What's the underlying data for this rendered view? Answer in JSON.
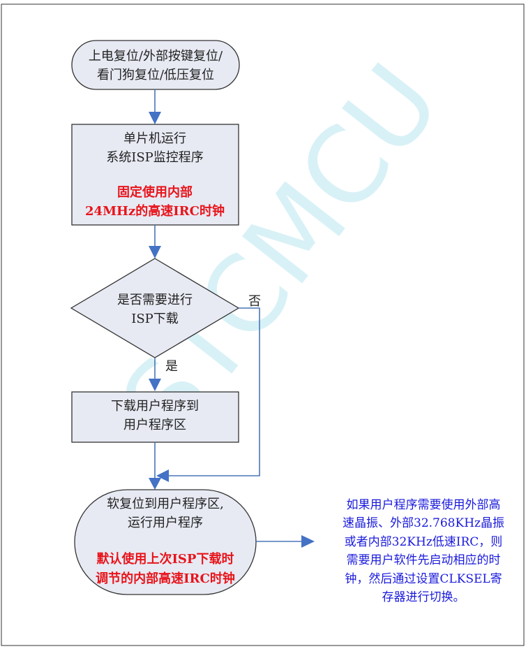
{
  "watermark": "STCMCU",
  "start": {
    "lines": [
      "上电复位/外部按键复位/",
      "看门狗复位/低压复位"
    ]
  },
  "isp_monitor": {
    "lines": [
      "单片机运行",
      "系统ISP监控程序"
    ],
    "highlight": [
      "固定使用内部",
      "24MHz的高速IRC时钟"
    ]
  },
  "decision": {
    "lines": [
      "是否需要进行",
      "ISP下载"
    ],
    "yes_label": "是",
    "no_label": "否"
  },
  "download": {
    "lines": [
      "下载用户程序到",
      "用户程序区"
    ]
  },
  "run_user": {
    "lines": [
      "软复位到用户程序区,",
      "运行用户程序"
    ],
    "highlight": [
      "默认使用上次ISP下载时",
      "调节的内部高速IRC时钟"
    ]
  },
  "note": {
    "lines": [
      "如果用户程序需要使用外部高",
      "速晶振、外部32.768KHz晶振",
      "或者内部32KHz低速IRC，则",
      "需要用户软件先启动相应的时",
      "钟，然后通过设置CLKSEL寄",
      "存器进行切换。"
    ]
  },
  "colors": {
    "arrow": "#4472c4",
    "highlight": "#e8141b",
    "note": "#1a1adc"
  }
}
